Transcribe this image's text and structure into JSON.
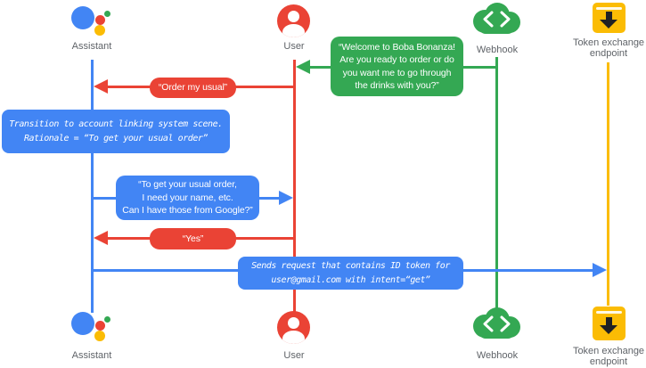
{
  "colors": {
    "assistant_blue": "#4285f4",
    "user_red": "#ea4335",
    "webhook_green": "#34a853",
    "token_yellow": "#fbbc04",
    "label_gray": "#5f6368"
  },
  "actors": {
    "assistant": {
      "label": "Assistant"
    },
    "user": {
      "label": "User"
    },
    "webhook": {
      "label": "Webhook"
    },
    "token_endpoint": {
      "label_line1": "Token exchange",
      "label_line2": "endpoint"
    }
  },
  "messages": {
    "welcome": {
      "from": "webhook",
      "to": "user",
      "line1": "“Welcome to Boba Bonanza!",
      "line2": "Are you ready to order or do",
      "line3": "you want me to go through",
      "line4": "the drinks with you?”"
    },
    "order_usual": {
      "from": "user",
      "to": "assistant",
      "text": "“Order my usual”"
    },
    "transition_note": {
      "on": "assistant",
      "line1": "Transition to account linking system scene.",
      "line2": "Rationale = “To get your usual order”"
    },
    "ask_google": {
      "from": "assistant",
      "to": "user",
      "line1": "“To get your usual order,",
      "line2": "I need your name, etc.",
      "line3": "Can I have those from Google?”"
    },
    "yes": {
      "from": "user",
      "to": "assistant",
      "text": "“Yes”"
    },
    "send_request": {
      "from": "assistant",
      "to": "token_endpoint",
      "line1": "Sends request that contains ID token for",
      "line2": "user@gmail.com with intent=“get”"
    }
  }
}
